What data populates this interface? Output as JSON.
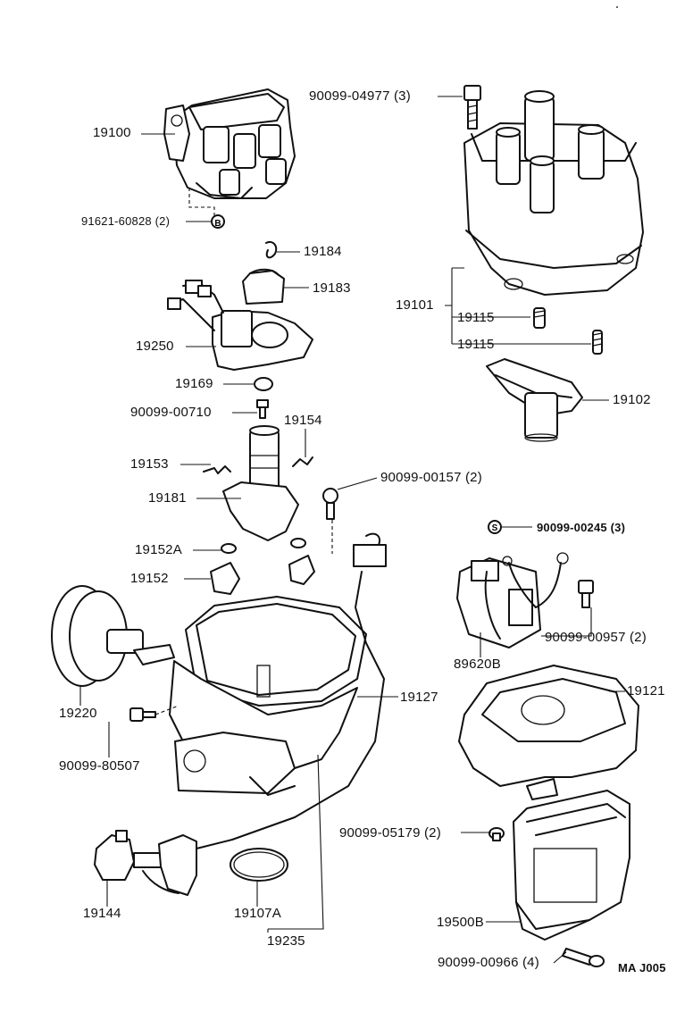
{
  "labels": {
    "p19100": "19100",
    "p91621": "91621-60828 (2)",
    "p90099_04977": "90099-04977 (3)",
    "p19184": "19184",
    "p19183": "19183",
    "p19101": "19101",
    "p19115a": "19115",
    "p19115b": "19115",
    "p19250": "19250",
    "p19169": "19169",
    "p19102": "19102",
    "p90099_00710": "90099-00710",
    "p19154": "19154",
    "p19153": "19153",
    "p90099_00157": "90099-00157 (2)",
    "p19181": "19181",
    "p90099_00245": "90099-00245 (3)",
    "p19152A": "19152A",
    "p19152": "19152",
    "p90099_00957": "90099-00957 (2)",
    "p89620B": "89620B",
    "p19127": "19127",
    "p19121": "19121",
    "p19220": "19220",
    "p90099_80507": "90099-80507",
    "p90099_05179": "90099-05179 (2)",
    "p19144": "19144",
    "p19107A": "19107A",
    "p19500B": "19500B",
    "p19235": "19235",
    "p90099_00966": "90099-00966 (4)",
    "code": "MA J005"
  },
  "symbols": {
    "washer_b": "B",
    "washer_s": "S"
  }
}
